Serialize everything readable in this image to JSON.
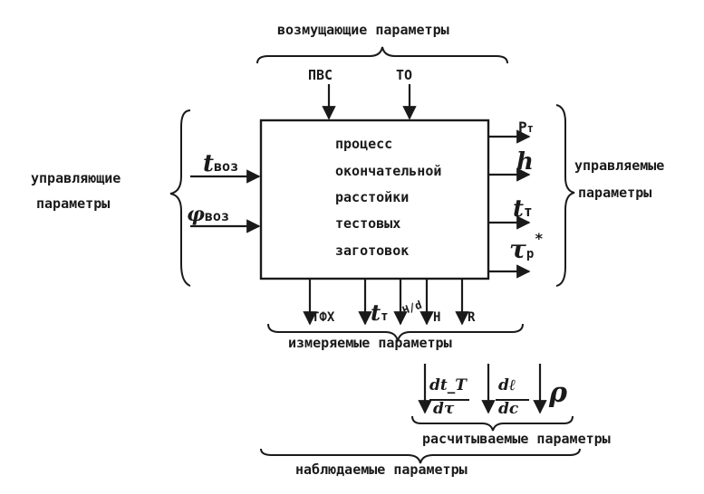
{
  "diagram": {
    "groups": {
      "disturbing": "возмущающие параметры",
      "control": [
        "управляющие",
        "параметры"
      ],
      "controlled": [
        "управляемые",
        "параметры"
      ],
      "measured": "измеряемые параметры",
      "calculated": "расчитываемые параметры",
      "observed": "наблюдаемые параметры"
    },
    "process": [
      "процесс",
      "окончательной",
      "расстойки",
      "тестовых",
      "заготовок"
    ],
    "disturbance_inputs": [
      "ПВС",
      "ТО"
    ],
    "control_inputs": [
      {
        "symbol": "t",
        "subscript": "воз"
      },
      {
        "symbol": "φ",
        "subscript": "воз"
      }
    ],
    "controlled_outputs": [
      {
        "symbol": "P",
        "subscript": "т"
      },
      {
        "symbol": "h",
        "subscript": ""
      },
      {
        "symbol": "t",
        "subscript": "т"
      },
      {
        "symbol": "τ",
        "subscript": "р",
        "superscript": "*"
      }
    ],
    "measured_outputs": [
      {
        "symbol": "ТФХ"
      },
      {
        "symbol": "t",
        "subscript": "т"
      },
      {
        "symbol": "H/d"
      },
      {
        "symbol": "H"
      },
      {
        "symbol": "R"
      }
    ],
    "calculated_outputs": [
      {
        "numerator": "dt_T",
        "denominator": "dτ"
      },
      {
        "numerator": "dℓ",
        "denominator": "dc"
      },
      {
        "symbol": "ρ"
      }
    ],
    "line_color": "#1a1a1a"
  }
}
